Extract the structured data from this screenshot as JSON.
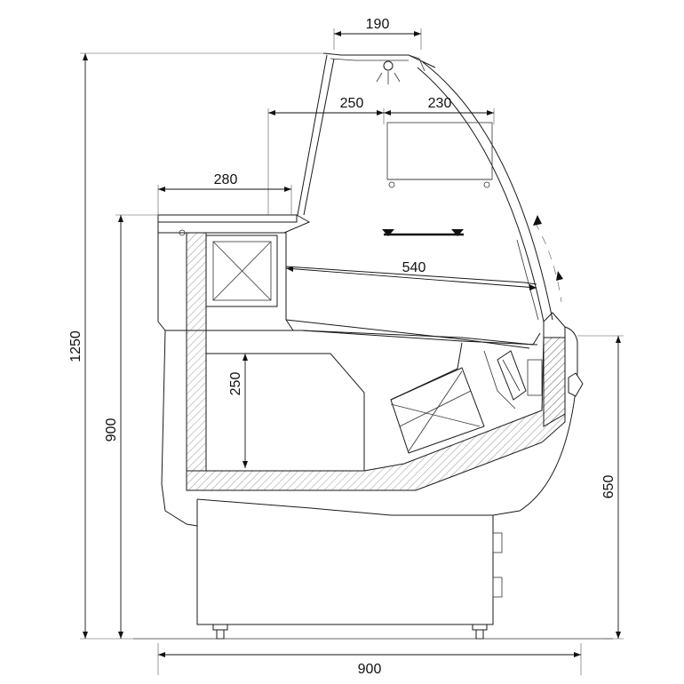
{
  "drawing": {
    "dimensions": {
      "top_width": "190",
      "upper_depth_left": "250",
      "upper_depth_right": "230",
      "rear_shelf_width": "280",
      "display_depth": "540",
      "inner_height": "250",
      "total_height": "1250",
      "counter_height": "900",
      "front_height": "650",
      "overall_depth": "900"
    },
    "colors": {
      "line": "#1a1a1a",
      "background": "#ffffff"
    }
  }
}
